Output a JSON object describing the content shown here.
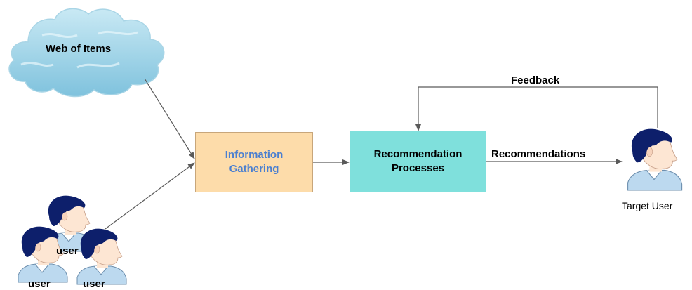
{
  "cloud": {
    "label": "Web of Items"
  },
  "info_box": {
    "label": "Information\nGathering",
    "fill": "#fddcaa",
    "text_color": "#4a7fd0"
  },
  "rec_box": {
    "label": "Recommendation\nProcesses",
    "fill": "#7fe0dc",
    "text_color": "#000000"
  },
  "edges": {
    "recommendations": "Recommendations",
    "feedback": "Feedback"
  },
  "target_user": {
    "label": "Target User",
    "icon": "user-head-icon"
  },
  "users": [
    {
      "label": "user"
    },
    {
      "label": "user"
    },
    {
      "label": "user"
    }
  ],
  "colors": {
    "cloud": "#9dd3e6",
    "arrow": "#5a5a5a",
    "hair": "#0d1f6b",
    "skin": "#fde6d3",
    "shirt": "#bcd9ef"
  }
}
